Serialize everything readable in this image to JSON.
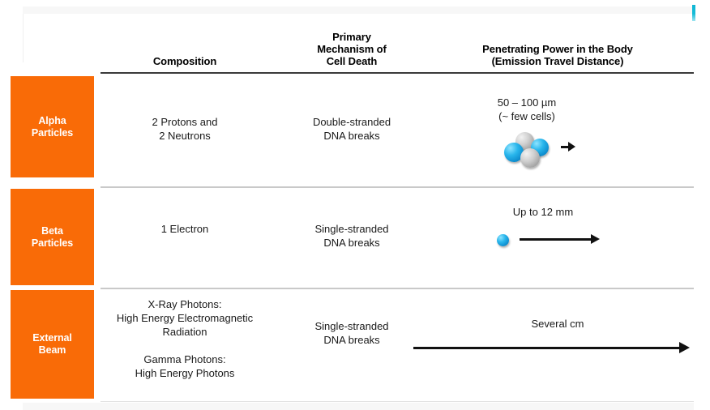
{
  "slide": {
    "background_color": "#ffffff",
    "accent_orange": "#f96b07",
    "accent_cyan": "#16bcd8",
    "rule_dark": "#3a3a3a",
    "rule_light": "#c9c9c9"
  },
  "table": {
    "column_headers": [
      {
        "id": "row-label",
        "label": ""
      },
      {
        "id": "composition",
        "label": "Composition"
      },
      {
        "id": "mechanism",
        "label": "Primary\nMechanism of\nCell Death"
      },
      {
        "id": "power",
        "label": "Penetrating Power in the Body\n(Emission Travel Distance)"
      }
    ],
    "header_lines": {
      "composition": "Composition",
      "mechanism_l1": "Primary",
      "mechanism_l2": "Mechanism of",
      "mechanism_l3": "Cell Death",
      "power_l1": "Penetrating Power in the Body",
      "power_l2": "(Emission Travel Distance)"
    },
    "rows": [
      {
        "id": "alpha",
        "label_l1": "Alpha",
        "label_l2": "Particles",
        "composition_l1": "2 Protons and",
        "composition_l2": "2 Neutrons",
        "mechanism_l1": "Double-stranded",
        "mechanism_l2": "DNA breaks",
        "penetration_l1": "50 – 100 µm",
        "penetration_l2": "(~ few cells)",
        "graphic": "alpha-particle-cluster",
        "particles": [
          {
            "name": "proton-sphere-gray-top",
            "color": "gray"
          },
          {
            "name": "neutron-sphere-blue-right",
            "color": "blue"
          },
          {
            "name": "neutron-sphere-blue-left",
            "color": "blue"
          },
          {
            "name": "proton-sphere-gray-bottom",
            "color": "gray"
          }
        ],
        "arrow_length": "short"
      },
      {
        "id": "beta",
        "label_l1": "Beta",
        "label_l2": "Particles",
        "composition_l1": "1 Electron",
        "composition_l2": "",
        "mechanism_l1": "Single-stranded",
        "mechanism_l2": "DNA breaks",
        "penetration_l1": "Up to 12 mm",
        "penetration_l2": "",
        "graphic": "electron-sphere",
        "particles": [
          {
            "name": "electron-sphere-blue",
            "color": "blue"
          }
        ],
        "arrow_length": "medium"
      },
      {
        "id": "external-beam",
        "label_l1": "External",
        "label_l2": "Beam",
        "composition_l1": "X-Ray Photons:",
        "composition_l2": "High Energy Electromagnetic",
        "composition_l3": "Radiation",
        "composition_l4": "Gamma Photons:",
        "composition_l5": "High Energy Photons",
        "mechanism_l1": "Single-stranded",
        "mechanism_l2": "DNA breaks",
        "penetration_l1": "Several cm",
        "penetration_l2": "",
        "graphic": "long-arrow",
        "particles": [],
        "arrow_length": "long"
      }
    ]
  }
}
